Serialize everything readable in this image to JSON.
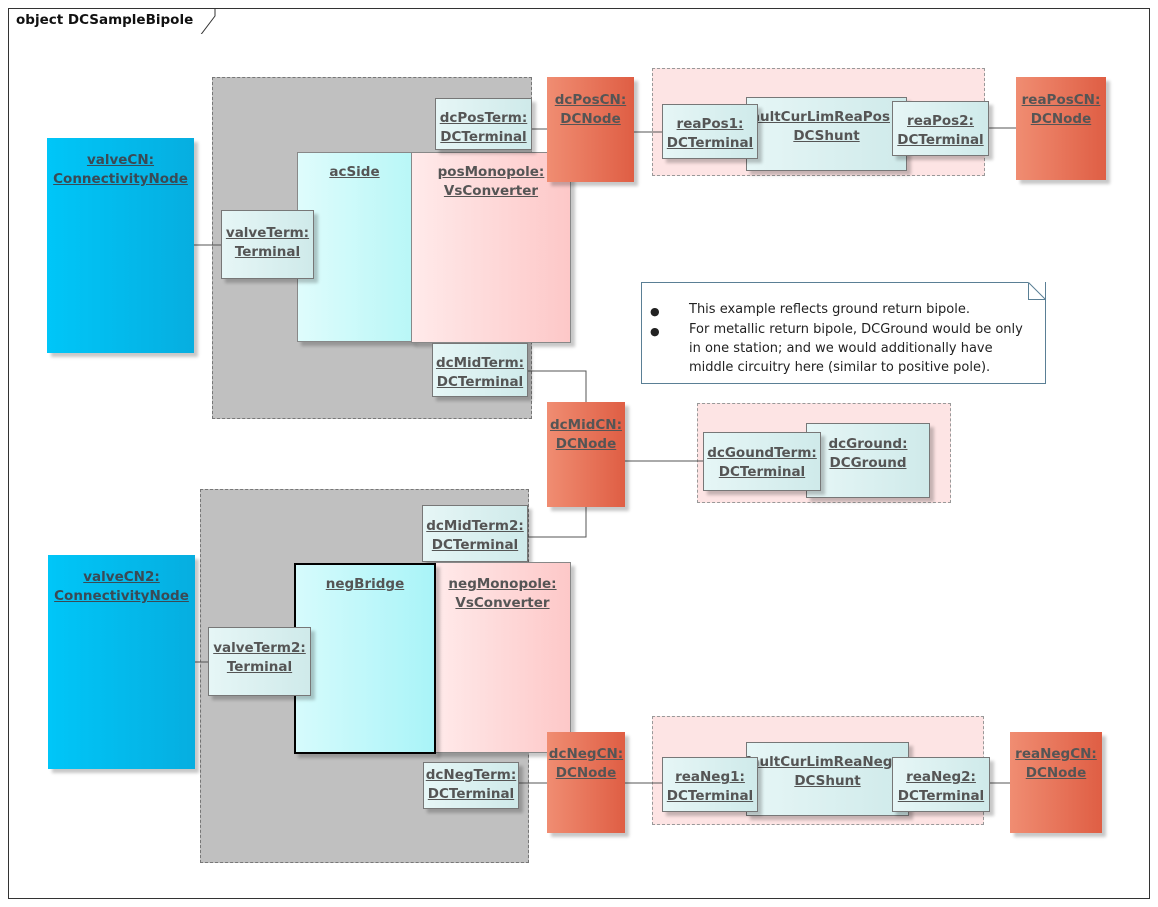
{
  "diagram": {
    "title": "object DCSampleBipole",
    "objects": {
      "valveCN": [
        "valveCN:",
        "ConnectivityNode"
      ],
      "valveTerm": [
        "valveTerm:",
        "Terminal"
      ],
      "acSide": [
        "acSide"
      ],
      "posMonopole": [
        "posMonopole:",
        "VsConverter"
      ],
      "dcPosTerm": [
        "dcPosTerm:",
        "DCTerminal"
      ],
      "dcPosCN": [
        "dcPosCN:",
        "DCNode"
      ],
      "reaPos1": [
        "reaPos1:",
        "DCTerminal"
      ],
      "faultCurLimReaPos": [
        "faultCurLimReaPos",
        "DCShunt"
      ],
      "reaPos2": [
        "reaPos2:",
        "DCTerminal"
      ],
      "reaPosCN": [
        "reaPosCN:",
        "DCNode"
      ],
      "dcMidTerm": [
        "dcMidTerm:",
        "DCTerminal"
      ],
      "dcMidCN": [
        "dcMidCN:",
        "DCNode"
      ],
      "dcGoundTerm": [
        "dcGoundTerm:",
        "DCTerminal"
      ],
      "dcGround": [
        "dcGround:",
        "DCGround"
      ],
      "dcMidTerm2": [
        "dcMidTerm2:",
        "DCTerminal"
      ],
      "valveCN2": [
        "valveCN2:",
        "ConnectivityNode"
      ],
      "valveTerm2": [
        "valveTerm2:",
        "Terminal"
      ],
      "negBridge": [
        "negBridge"
      ],
      "negMonopole": [
        "negMonopole:",
        "VsConverter"
      ],
      "dcNegTerm": [
        "dcNegTerm:",
        "DCTerminal"
      ],
      "dcNegCN": [
        "dcNegCN:",
        "DCNode"
      ],
      "reaNeg1": [
        "reaNeg1:",
        "DCTerminal"
      ],
      "faultCurLimReaNeg": [
        "faultCurLimReaNeg",
        "DCShunt"
      ],
      "reaNeg2": [
        "reaNeg2:",
        "DCTerminal"
      ],
      "reaNegCN": [
        "reaNegCN:",
        "DCNode"
      ]
    },
    "note": [
      "This example reflects ground return bipole.",
      "For metallic return bipole, DCGround would be only",
      "in one station; and we would additionally have",
      "middle circuitry here (similar to positive pole)."
    ]
  },
  "colors": {
    "connectivity_node": "#00c6f8",
    "dc_node": "#e5694f",
    "terminal": "#dcf1f1",
    "converter": "#fdd6d6",
    "bridge": "#b9f7f8",
    "gray_group": "#c0c0c0",
    "pink_group": "#fde4e4"
  }
}
